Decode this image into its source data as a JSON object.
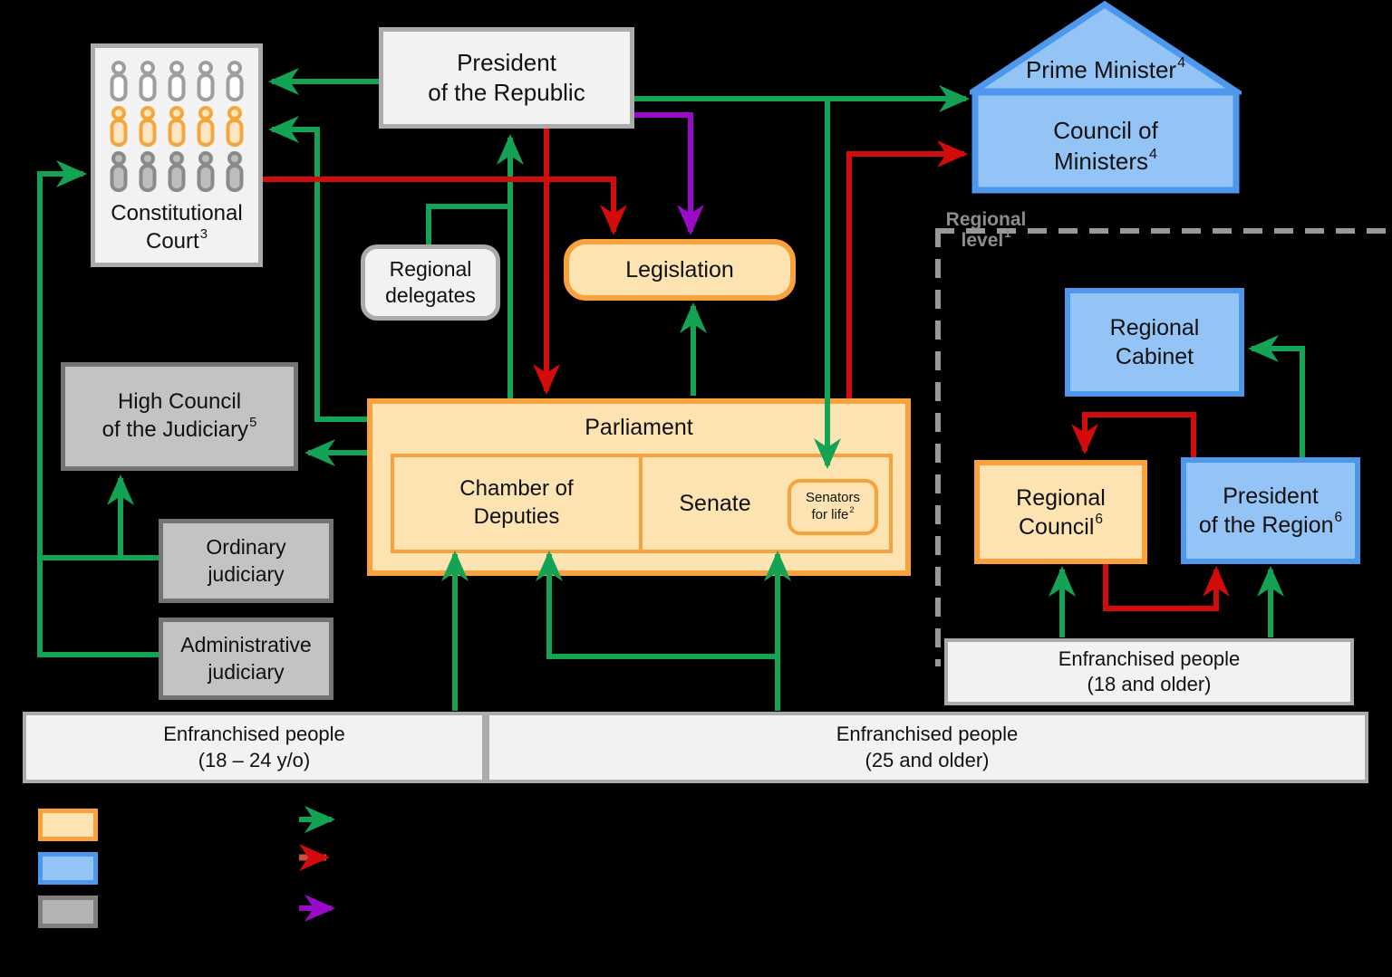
{
  "colors": {
    "background": "#000000",
    "orange_border": "#F9A13C",
    "orange_fill": "#FCE3B1",
    "blue_border": "#4D97ED",
    "blue_fill": "#94C4F6",
    "gray_dark_border": "#747474",
    "gray_dark_fill": "#C3C3C3",
    "gray_light_border": "#ABABAB",
    "gray_light_fill": "#F2F2F2",
    "legend_gray_border": "#7F7F7F",
    "legend_gray_fill": "#B3B3B3",
    "green": "#14A254",
    "red": "#D20B0B",
    "legend_red_shaft": "#CB4F45",
    "purple": "#9A0AC9",
    "dash": "#999999",
    "label_gray": "#8C8C8C"
  },
  "boxes": {
    "constitutional_court": {
      "line1": "Constitutional",
      "line2": "Court",
      "sup": "3",
      "member_rows": [
        {
          "stroke": "#9E9E9E",
          "fill": "#FDFDFD",
          "count": 5
        },
        {
          "stroke": "#F5A63B",
          "fill": "#FBE7C2",
          "count": 5
        },
        {
          "stroke": "#8A8A8A",
          "fill": "#BDBDBD",
          "count": 5
        }
      ]
    },
    "president_republic": {
      "line1": "President",
      "line2": "of the Republic"
    },
    "prime_minister": {
      "text": "Prime Minister",
      "sup": "4"
    },
    "council_ministers": {
      "line1": "Council of",
      "line2": "Ministers",
      "sup": "4"
    },
    "regional_delegates": {
      "line1": "Regional",
      "line2": "delegates"
    },
    "legislation": {
      "text": "Legislation"
    },
    "parliament": {
      "title": "Parliament",
      "chamber_line1": "Chamber of",
      "chamber_line2": "Deputies",
      "senate": "Senate",
      "senators_line1": "Senators",
      "senators_line2": "for life",
      "senators_sup": "2"
    },
    "high_council": {
      "line1": "High Council",
      "line2": "of the Judiciary",
      "sup": "5"
    },
    "ordinary_judiciary": {
      "line1": "Ordinary",
      "line2": "judiciary"
    },
    "administrative_judiciary": {
      "line1": "Administrative",
      "line2": "judiciary"
    },
    "regional_cabinet": {
      "line1": "Regional",
      "line2": "Cabinet"
    },
    "regional_council": {
      "line1": "Regional",
      "line2": "Council",
      "sup": "6"
    },
    "president_region": {
      "line1": "President",
      "line2": "of the Region",
      "sup": "6"
    },
    "enfranchised_18_24": {
      "line1": "Enfranchised people",
      "line2": "(18 – 24 y/o)"
    },
    "enfranchised_25": {
      "line1": "Enfranchised people",
      "line2": "(25 and older)"
    },
    "enfranchised_18": {
      "line1": "Enfranchised people",
      "line2": "(18 and older)"
    },
    "regional_level": {
      "line1": "Regional",
      "line2": "level",
      "sup": "1"
    }
  }
}
